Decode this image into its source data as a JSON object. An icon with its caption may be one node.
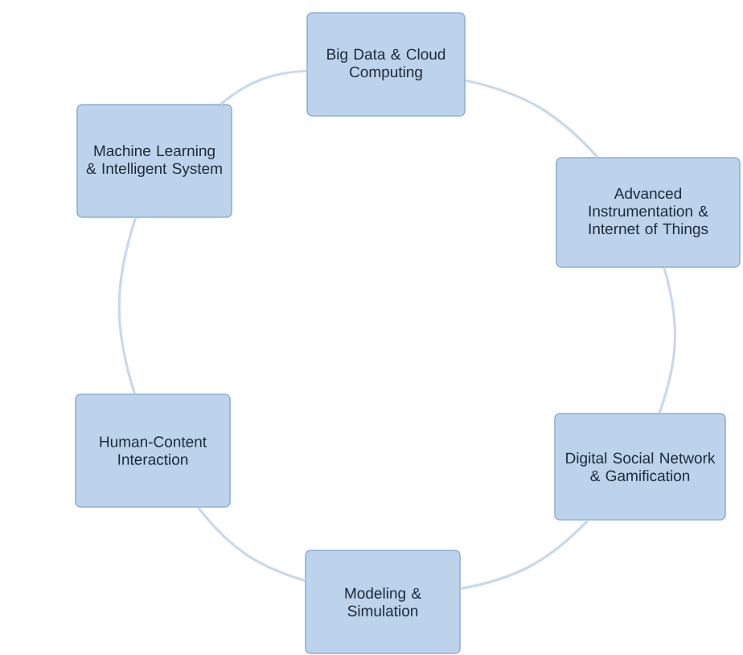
{
  "diagram": {
    "nodes": [
      {
        "text": [
          "Big Data & Cloud Computing"
        ]
      },
      {
        "text": [
          "Machine Learning & Intelligent System"
        ]
      },
      {
        "text": [
          "Advanced Instrumentation & Internet of Things"
        ]
      },
      {
        "text": [
          "Human-Content Interaction"
        ]
      },
      {
        "text": [
          "Digital Social Network & Gamification"
        ]
      },
      {
        "text": [
          "Modeling & Simulation"
        ]
      }
    ],
    "edges": [
      {
        "from": 0,
        "to": 2,
        "arrow": "none"
      },
      {
        "from": 2,
        "to": 4,
        "arrow": "none"
      },
      {
        "from": 4,
        "to": 5,
        "arrow": "none"
      },
      {
        "from": 5,
        "to": 3,
        "arrow": "none"
      },
      {
        "from": 3,
        "to": 1,
        "arrow": "none"
      },
      {
        "from": 1,
        "to": 0,
        "arrow": "none"
      }
    ]
  }
}
